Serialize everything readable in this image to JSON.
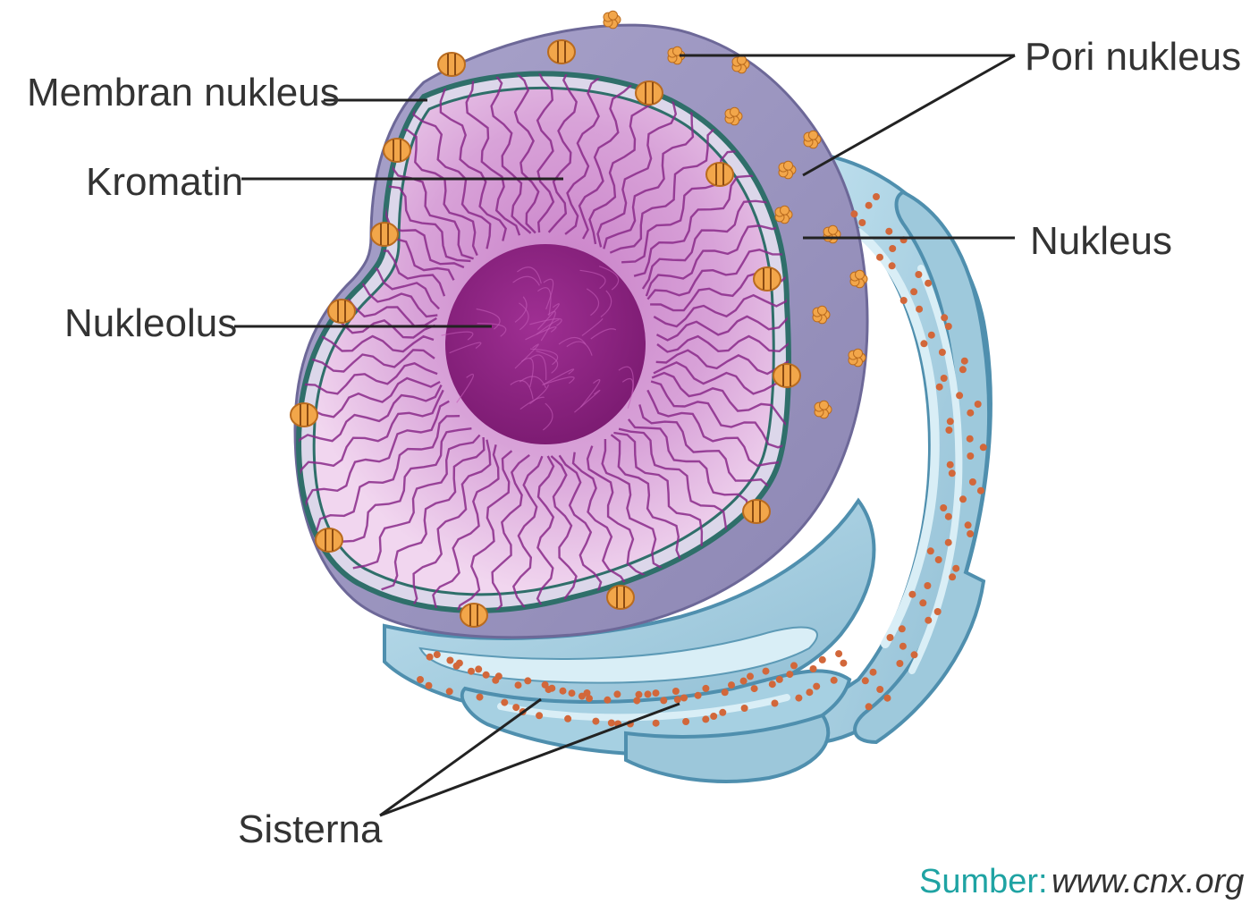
{
  "labels": {
    "membran_nukleus": "Membran nukleus",
    "kromatin": "Kromatin",
    "nukleolus": "Nukleolus",
    "pori_nukleus": "Pori nukleus",
    "nukleus": "Nukleus",
    "sisterna": "Sisterna"
  },
  "source": {
    "prefix": "Sumber:",
    "site": "www.cnx.org"
  },
  "colors": {
    "chromatin": "#8a2a8a",
    "nucleoplasm": "#d79ad6",
    "nucleolus": "#8e1f80",
    "envelope_outer": "#9f9bc2",
    "envelope_ring": "#2f6f6a",
    "pore": "#f2a64a",
    "er": "#a9cfe0",
    "er_outline": "#4f8fae",
    "ribosome": "#d2673a",
    "source_accent": "#1fa3a3"
  }
}
